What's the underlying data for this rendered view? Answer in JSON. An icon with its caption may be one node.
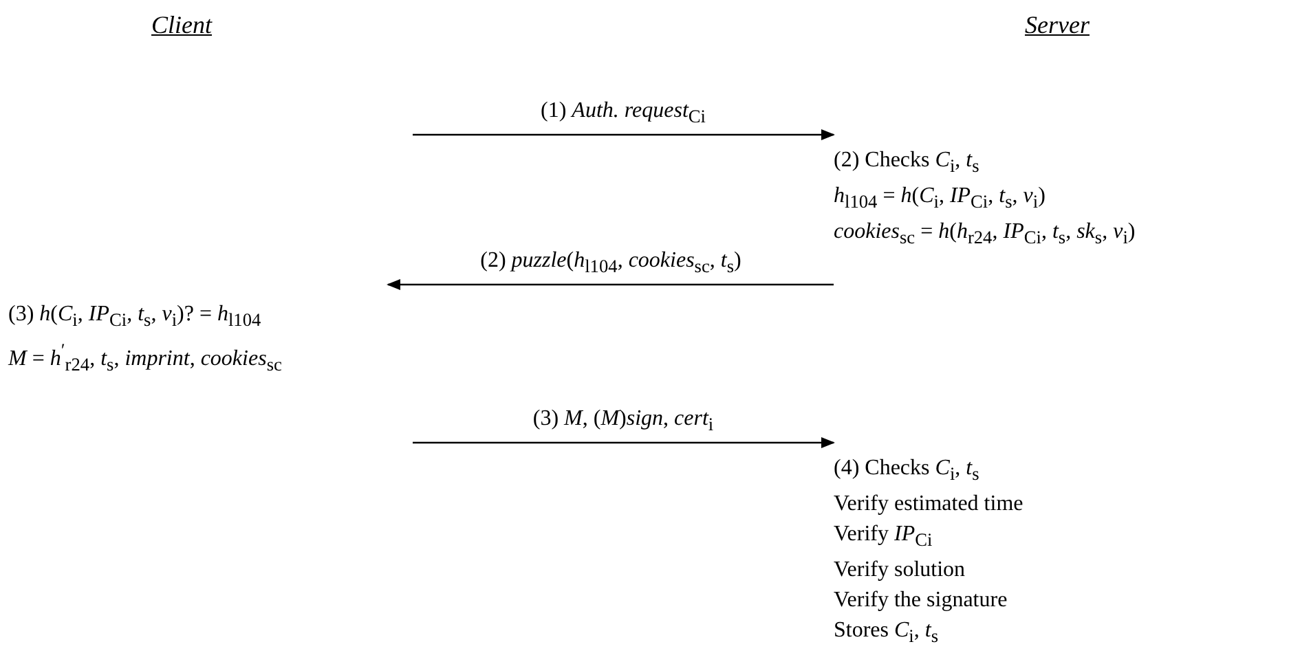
{
  "diagram": {
    "nodes": [
      {
        "text": [
          "Client"
        ]
      },
      {
        "text": [
          "Server"
        ]
      },
      {
        "text": [
          "(2) Checks *C*$_{i}$, *t*$_{s}$",
          "*h*$_{l104}$ = *h*(*C*$_{i}$, *IP*$_{Ci}$, *t*$_{s}$, *v*$_{i}$)",
          "*cookies*$_{sc}$ = *h*(*h*$_{r24}$, *IP*$_{Ci}$, *t*$_{s}$, *sk*$_{s}$, *v*$_{i}$)"
        ]
      },
      {
        "text": [
          "(3) *h*(*C*$_{i}$, *IP*$_{Ci}$, *t*$_{s}$, *v*$_{i}$)? = *h*$_{l104}$",
          "*M* = *h*$^{′}$$_{r24}$, *t*$_{s}$, *imprint*, *cookies*$_{sc}$"
        ]
      },
      {
        "text": [
          "(4) Checks *C*$_{i}$, *t*$_{s}$",
          "Verify estimated time",
          "Verify *IP*$_{Ci}$",
          "Verify solution",
          "Verify the signature",
          "Stores *C*$_{i}$, *t*$_{s}$"
        ]
      }
    ],
    "edges": [
      {
        "from": null,
        "to": 2,
        "arrow": "to",
        "label": "(1) *Auth. request*$_{Ci}$"
      },
      {
        "from": 2,
        "to": null,
        "arrow": "to",
        "label": "(2) *puzzle*(*h*$_{l104}$, *cookies*$_{sc}$, *t*$_{s}$)"
      },
      {
        "from": null,
        "to": 4,
        "arrow": "to",
        "label": "(3) *M*, (*M*)*sign*, *cert*$_{i}$"
      }
    ]
  }
}
